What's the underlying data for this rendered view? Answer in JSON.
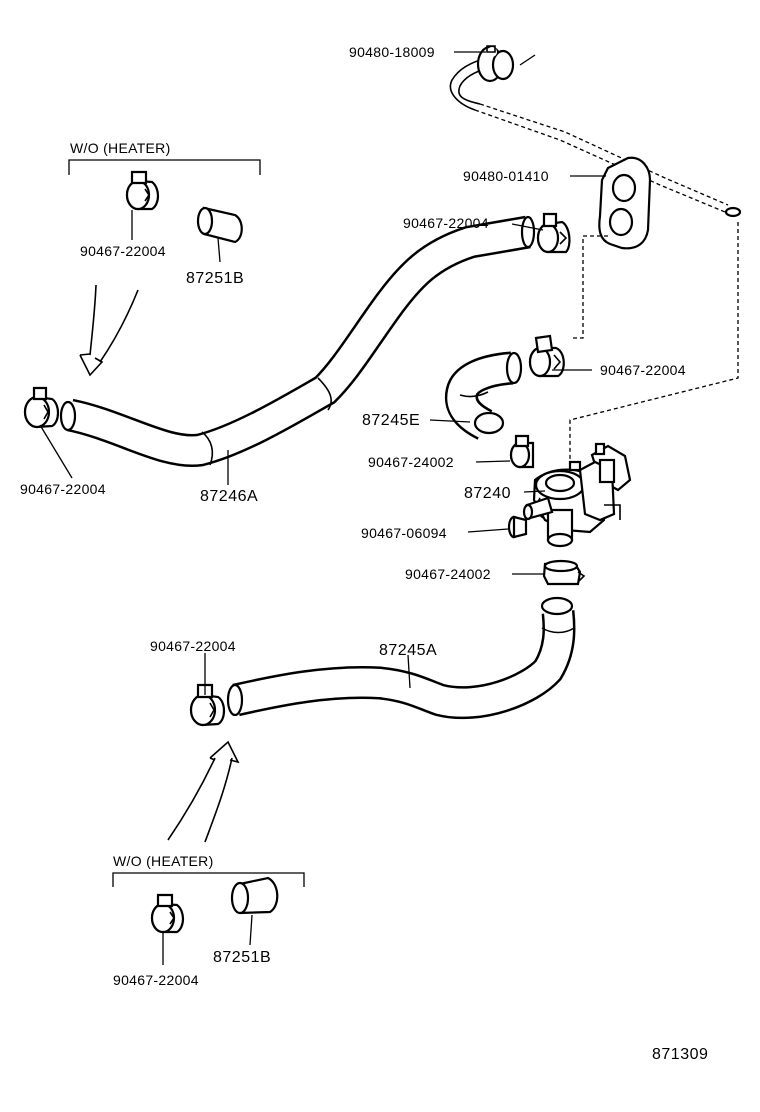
{
  "labels": {
    "p1": "90480-18009",
    "p2": "90480-01410",
    "p3": "90467-22004",
    "p4": "90467-22004",
    "p5": "87245E",
    "p6": "90467-24002",
    "p7": "87240",
    "p8": "90467-06094",
    "p9": "90467-24002",
    "p10": "90467-22004",
    "p11": "87246A",
    "p12": "90467-22004",
    "p13": "87245A",
    "p14": "90467-22004",
    "p15": "87251B",
    "p16": "90467-22004",
    "p17": "87251B"
  },
  "groups": {
    "top": "W/O (HEATER)",
    "bottom": "W/O (HEATER)"
  },
  "figure_number": "871309"
}
